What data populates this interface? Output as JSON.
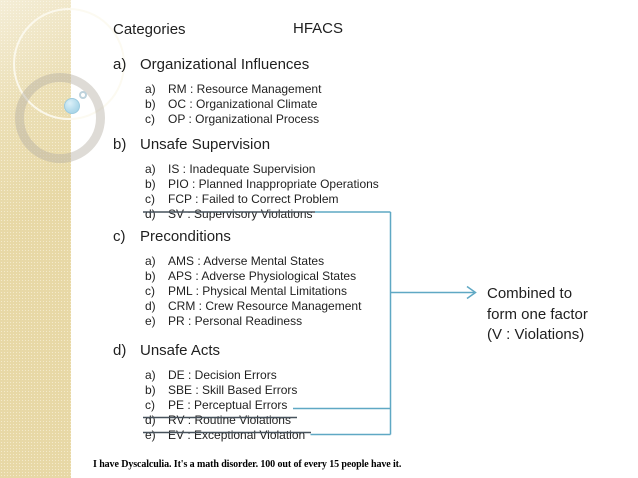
{
  "titles": {
    "left": "Categories",
    "right": "HFACS"
  },
  "groups": [
    {
      "marker": "a)",
      "label": "Organizational Influences",
      "items": [
        {
          "marker": "a)",
          "text": "RM : Resource Management",
          "struck": false
        },
        {
          "marker": "b)",
          "text": "OC : Organizational Climate",
          "struck": false
        },
        {
          "marker": "c)",
          "text": "OP : Organizational Process",
          "struck": false
        }
      ]
    },
    {
      "marker": "b)",
      "label": "Unsafe Supervision",
      "items": [
        {
          "marker": "a)",
          "text": "IS : Inadequate Supervision",
          "struck": false
        },
        {
          "marker": "b)",
          "text": "PIO : Planned Inappropriate Operations",
          "struck": false
        },
        {
          "marker": "c)",
          "text": "FCP : Failed to Correct Problem",
          "struck": false
        },
        {
          "marker": "d)",
          "text": "SV : Supervisory Violations",
          "struck": true
        }
      ]
    },
    {
      "marker": "c)",
      "label": "Preconditions",
      "items": [
        {
          "marker": "a)",
          "text": "AMS : Adverse Mental States",
          "struck": false
        },
        {
          "marker": "b)",
          "text": "APS : Adverse Physiological States",
          "struck": false
        },
        {
          "marker": "c)",
          "text": "PML : Physical Mental Limitations",
          "struck": false
        },
        {
          "marker": "d)",
          "text": "CRM : Crew Resource Management",
          "struck": false
        },
        {
          "marker": "e)",
          "text": "PR : Personal Readiness",
          "struck": false
        }
      ]
    },
    {
      "marker": "d)",
      "label": "Unsafe Acts",
      "items": [
        {
          "marker": "a)",
          "text": "DE : Decision Errors",
          "struck": false
        },
        {
          "marker": "b)",
          "text": "SBE : Skill Based Errors",
          "struck": false
        },
        {
          "marker": "c)",
          "text": "PE : Perceptual Errors",
          "struck": false
        },
        {
          "marker": "d)",
          "text": "RV : Routine Violations",
          "struck": true
        },
        {
          "marker": "e)",
          "text": "EV : Exceptional Violation",
          "struck": true
        }
      ]
    }
  ],
  "annotation": {
    "line1": "Combined to",
    "line2": "form one factor",
    "line3": "(V : Violations)"
  },
  "footer": "I have Dyscalculia. It's a math disorder. 100 out of every 15 people have it.",
  "colors": {
    "sidebar": "#ecddab",
    "connector_line": "#5fa8c4",
    "strikethrough": "#47525c",
    "accent_dot": "#b5dcec",
    "text": "#1f1f1f"
  }
}
